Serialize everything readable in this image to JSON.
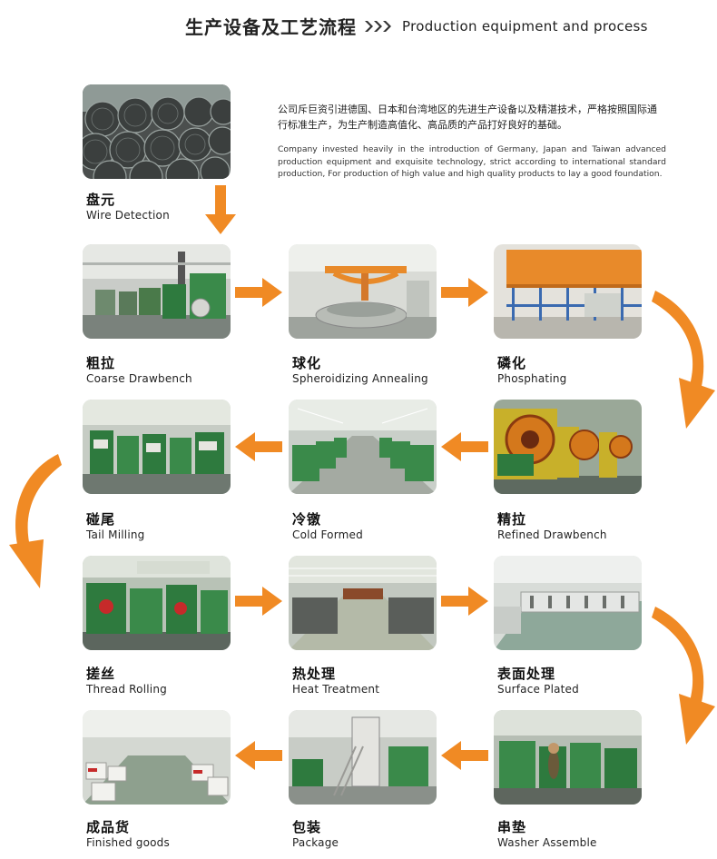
{
  "header": {
    "title_cn": "生产设备及工艺流程",
    "title_en": "Production equipment and process"
  },
  "intro": {
    "cn": "公司斥巨资引进德国、日本和台湾地区的先进生产设备以及精湛技术，严格按照国际通行标准生产，为生产制造高值化、高品质的产品打好良好的基础。",
    "en": "Company invested heavily in the introduction of Germany, Japan and Taiwan advanced production equipment and exquisite technology, strict according to international standard production, For production of high value and high quality products to lay a good foundation."
  },
  "colors": {
    "arrow": "#f08a24",
    "arrow_dark": "#d8701a",
    "machine_green": "#3a8a4a",
    "frame_orange": "#e88a2a"
  },
  "steps": [
    {
      "id": "wire",
      "cn": "盘元",
      "en": "Wire Detection"
    },
    {
      "id": "coarse",
      "cn": "粗拉",
      "en": "Coarse Drawbench"
    },
    {
      "id": "spheroid",
      "cn": "球化",
      "en": "Spheroidizing Annealing"
    },
    {
      "id": "phos",
      "cn": "磷化",
      "en": "Phosphating"
    },
    {
      "id": "tail",
      "cn": "碰尾",
      "en": "Tail Milling"
    },
    {
      "id": "cold",
      "cn": "冷镦",
      "en": "Cold Formed"
    },
    {
      "id": "refined",
      "cn": "精拉",
      "en": "Refined Drawbench"
    },
    {
      "id": "thread",
      "cn": "搓丝",
      "en": "Thread Rolling"
    },
    {
      "id": "heat",
      "cn": "热处理",
      "en": "Heat Treatment"
    },
    {
      "id": "surface",
      "cn": "表面处理",
      "en": "Surface Plated"
    },
    {
      "id": "finished",
      "cn": "成品货",
      "en": "Finished goods"
    },
    {
      "id": "package",
      "cn": "包装",
      "en": "Package"
    },
    {
      "id": "washer",
      "cn": "串垫",
      "en": "Washer Assemble"
    }
  ]
}
